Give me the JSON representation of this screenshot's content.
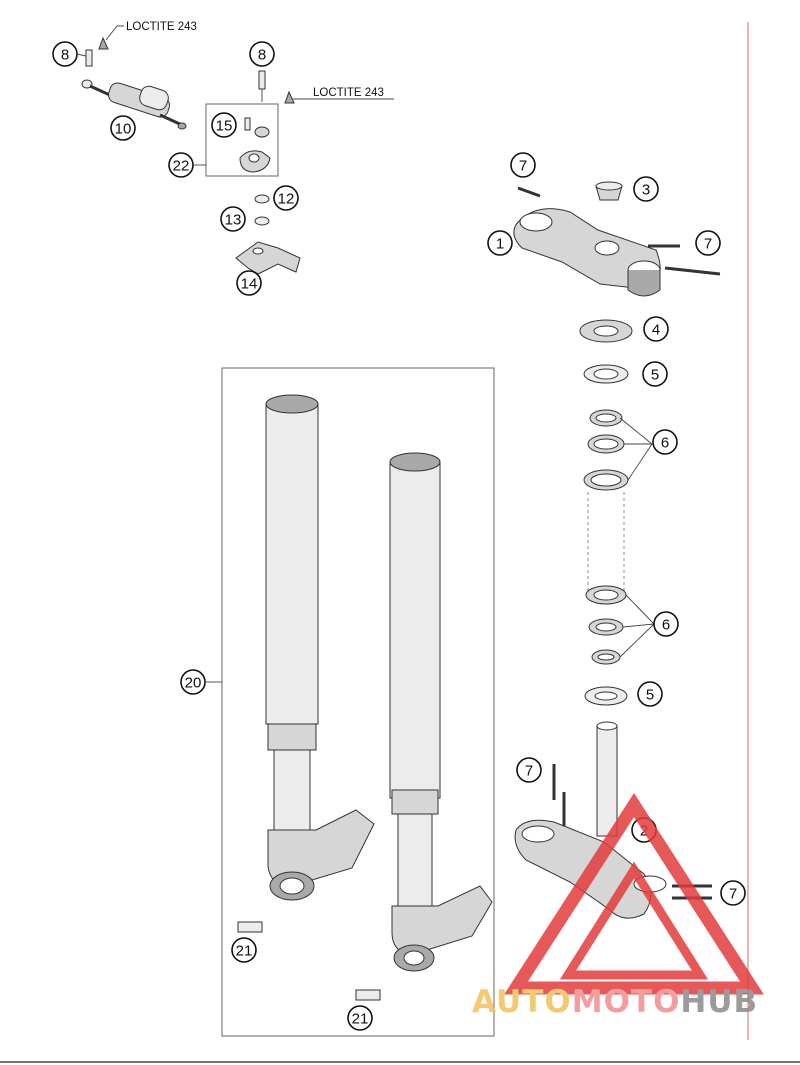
{
  "labels": {
    "n1": "1",
    "n2": "2",
    "n3": "3",
    "n4": "4",
    "n5": "5",
    "n6": "6",
    "n7": "7",
    "n8": "8",
    "n10": "10",
    "n12": "12",
    "n13": "13",
    "n14": "14",
    "n15": "15",
    "n20": "20",
    "n21": "21",
    "n22": "22"
  },
  "notes": {
    "loctite_1": "LOCTITE 243",
    "loctite_2": "LOCTITE 243"
  },
  "watermark": {
    "part1": "AUTO",
    "part2": "MOTO",
    "part3": "HUB",
    "color1": "#f4c05a",
    "color2": "#f28c8c",
    "color3": "#8a8a8a",
    "triangle_color": "#e33b3b"
  }
}
